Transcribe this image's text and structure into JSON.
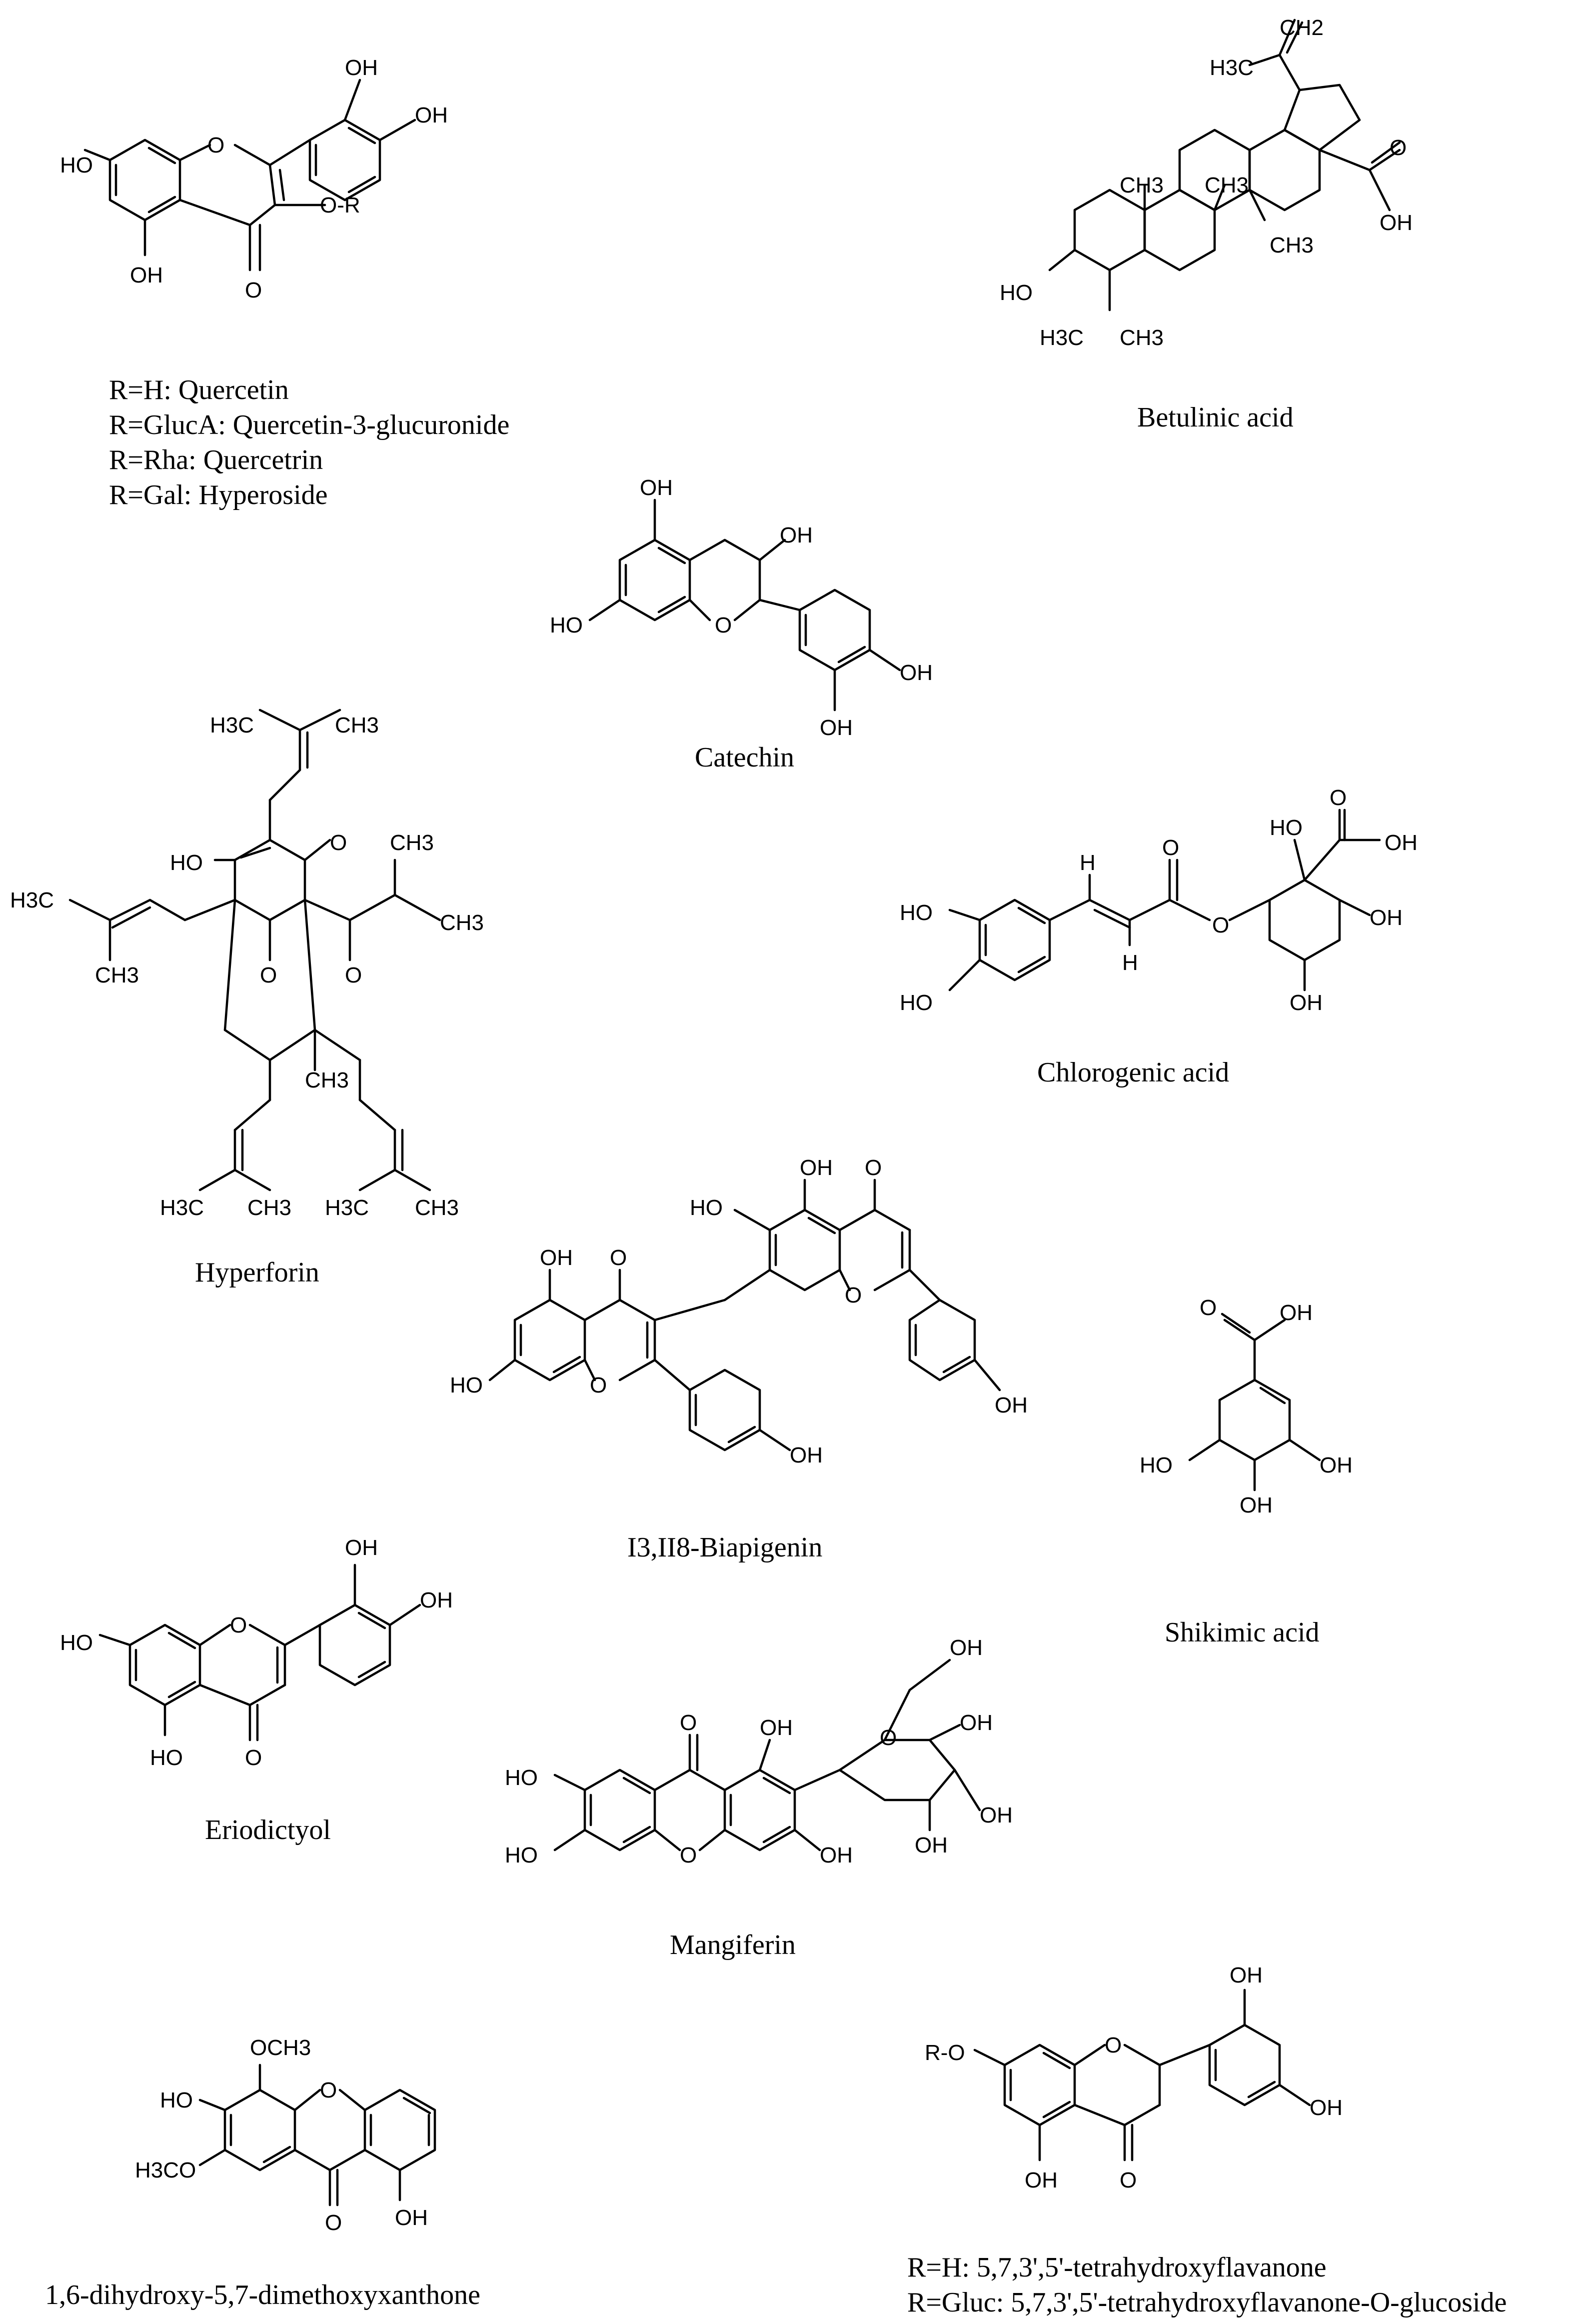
{
  "compounds": [
    {
      "key": "quercetin_group",
      "lines": [
        "R=H: Quercetin",
        "R=GlucA: Quercetin-3-glucuronide",
        "R=Rha: Quercetrin",
        "R=Gal: Hyperoside"
      ]
    },
    {
      "key": "betulinic_acid",
      "lines": [
        "Betulinic acid"
      ]
    },
    {
      "key": "catechin",
      "lines": [
        "Catechin"
      ]
    },
    {
      "key": "hyperforin",
      "lines": [
        "Hyperforin"
      ]
    },
    {
      "key": "chlorogenic_acid",
      "lines": [
        "Chlorogenic acid"
      ]
    },
    {
      "key": "biapigenin",
      "lines": [
        "I3,II8-Biapigenin"
      ]
    },
    {
      "key": "shikimic_acid",
      "lines": [
        "Shikimic acid"
      ]
    },
    {
      "key": "eriodictyol",
      "lines": [
        "Eriodictyol"
      ]
    },
    {
      "key": "mangiferin",
      "lines": [
        "Mangiferin"
      ]
    },
    {
      "key": "xanthone",
      "lines": [
        "1,6-dihydroxy-5,7-dimethoxyxanthone"
      ]
    },
    {
      "key": "flavanone_group",
      "lines": [
        "R=H: 5,7,3',5'-tetrahydroxyflavanone",
        "R=Gluc: 5,7,3',5'-tetrahydroxyflavanone-O-glucoside"
      ]
    }
  ],
  "atoms": {
    "OH": "OH",
    "HO": "HO",
    "O": "O",
    "OR": "O-R",
    "RO": "R-O",
    "H3C": "H3C",
    "CH3": "CH3",
    "CH2": "CH2",
    "H": "H",
    "OCH3": "OCH3",
    "H3CO": "H3CO"
  }
}
